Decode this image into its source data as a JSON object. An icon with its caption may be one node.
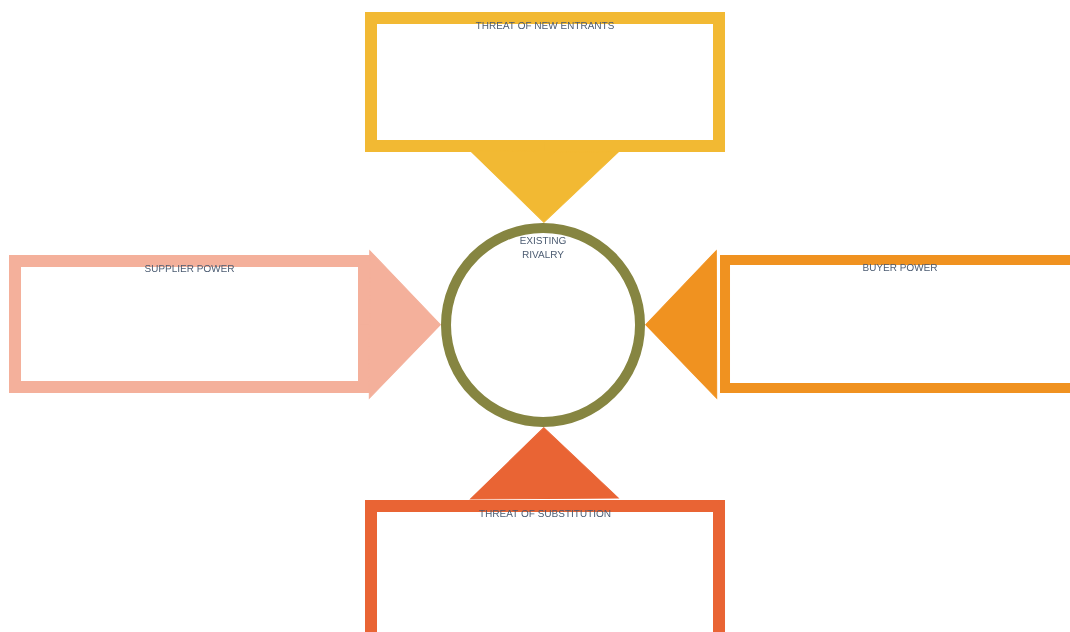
{
  "diagram": {
    "nodes": [
      {
        "text": [
          "EXISTING RIVALRY"
        ]
      },
      {
        "text": [
          "THREAT OF NEW ENTRANTS"
        ]
      },
      {
        "text": [
          "SUPPLIER POWER"
        ]
      },
      {
        "text": [
          "BUYER POWER"
        ]
      },
      {
        "text": [
          "THREAT OF SUBSTITUTION"
        ]
      }
    ],
    "edges": [
      {
        "from": 1,
        "to": 0,
        "arrow": "to",
        "color": "#f2b933"
      },
      {
        "from": 2,
        "to": 0,
        "arrow": "to",
        "color": "#f4b09b"
      },
      {
        "from": 3,
        "to": 0,
        "arrow": "to",
        "color": "#f09220"
      },
      {
        "from": 4,
        "to": 0,
        "arrow": "to",
        "color": "#e96434"
      }
    ]
  }
}
